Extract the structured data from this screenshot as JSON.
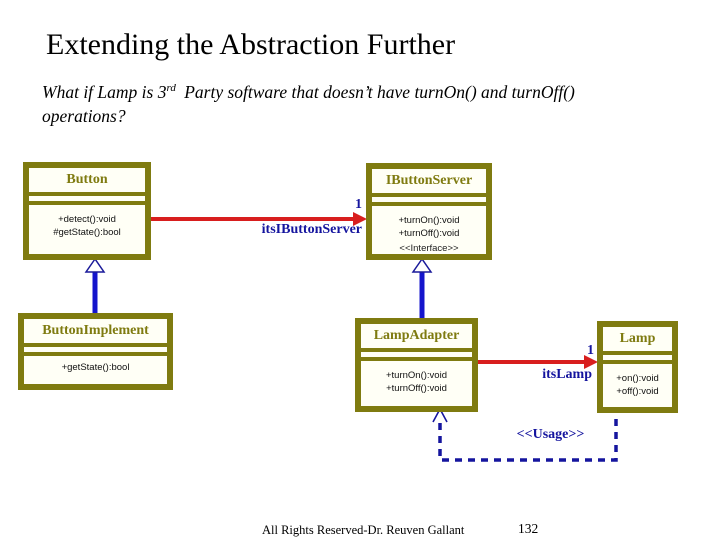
{
  "slide": {
    "title": "Extending the Abstraction Further",
    "subtitle": {
      "line1_pre": "What if Lamp is 3",
      "line1_sup": "rd",
      "line1_post": " Party software that doesn’t have turnOn() and turnOff()",
      "line2": "operations?"
    },
    "footer": "All Rights Reserved-Dr. Reuven Gallant",
    "page_number": "132"
  },
  "colors": {
    "box_border": "#7f7b10",
    "box_title_text": "#7f7b10",
    "association_red": "#d81e1e",
    "generalization_blue": "#1414cc",
    "label_navy": "#14149e",
    "background": "#ffffff"
  },
  "classes": {
    "button": {
      "name": "Button",
      "operations": [
        "+detect():void",
        "#getState():bool"
      ]
    },
    "ibuttonserver": {
      "name": "IButtonServer",
      "operations": [
        "+turnOn():void",
        "+turnOff():void"
      ],
      "stereotype": "<<Interface>>"
    },
    "buttonimplement": {
      "name": "ButtonImplement",
      "operations": [
        "+getState():bool"
      ]
    },
    "lampadapter": {
      "name": "LampAdapter",
      "operations": [
        "+turnOn():void",
        "+turnOff():void"
      ]
    },
    "lamp": {
      "name": "Lamp",
      "operations": [
        "+on():void",
        "+off():void"
      ]
    }
  },
  "relations": {
    "its_ibuttonserver": {
      "multiplicity": "1",
      "label": "itsIButtonServer"
    },
    "its_lamp": {
      "multiplicity": "1",
      "label": "itsLamp"
    },
    "usage": {
      "label": "<<Usage>>"
    }
  }
}
